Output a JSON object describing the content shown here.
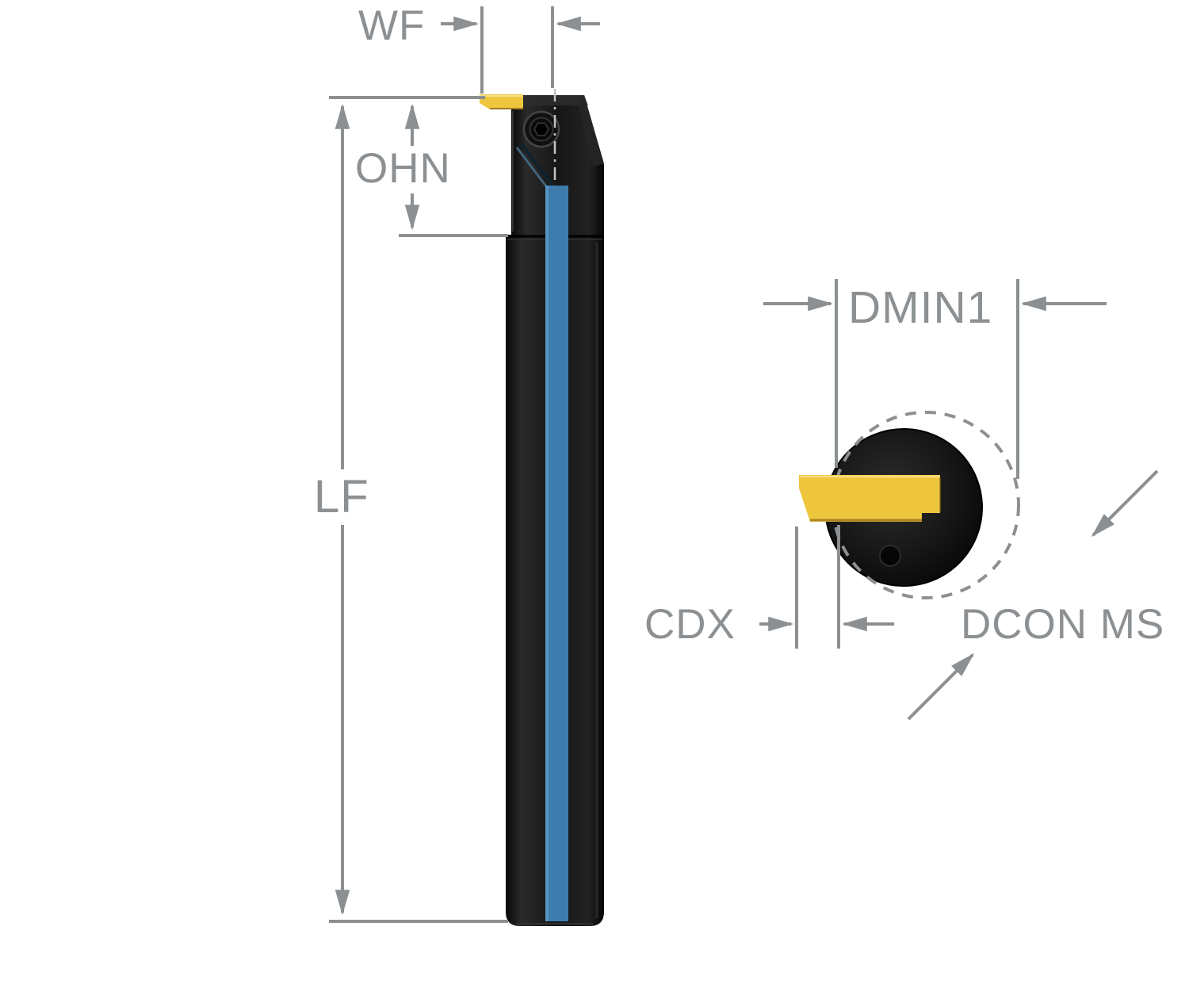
{
  "diagram": {
    "title": "Internal grooving boring bar dimension drawing",
    "labels": {
      "wf": "WF",
      "ohn": "OHN",
      "lf": "LF",
      "dmin1": "DMIN1",
      "cdx": "CDX",
      "dcon_ms": "DCON MS"
    },
    "colors": {
      "dimension_gray": "#8c9093",
      "insert_yellow": "#eec63e",
      "coolant_blue": "#3d7cad",
      "tool_black": "#141414"
    }
  }
}
